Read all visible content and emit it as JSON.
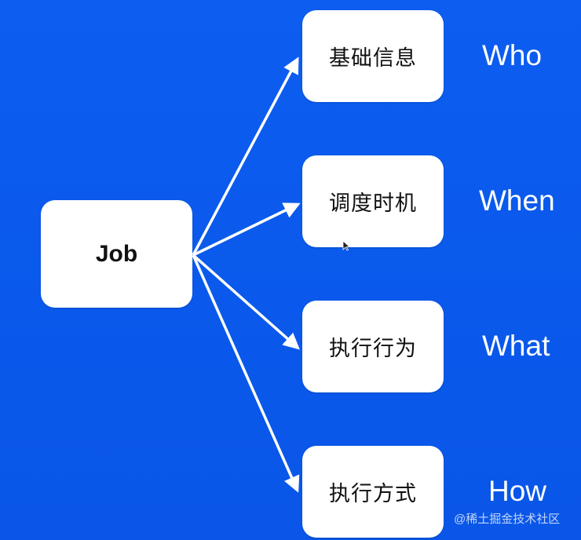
{
  "diagram": {
    "root": {
      "label": "Job"
    },
    "children": [
      {
        "label": "基础信息",
        "side_label": "Who"
      },
      {
        "label": "调度时机",
        "side_label": "When"
      },
      {
        "label": "执行行为",
        "side_label": "What"
      },
      {
        "label": "执行方式",
        "side_label": "How"
      }
    ]
  },
  "watermark": "@稀土掘金技术社区",
  "colors": {
    "background": "#0a5bef",
    "box": "#ffffff",
    "arrow": "#ffffff",
    "text_dark": "#111111",
    "text_light": "#ffffff"
  },
  "icons": {
    "cursor": "mouse-pointer-icon"
  }
}
